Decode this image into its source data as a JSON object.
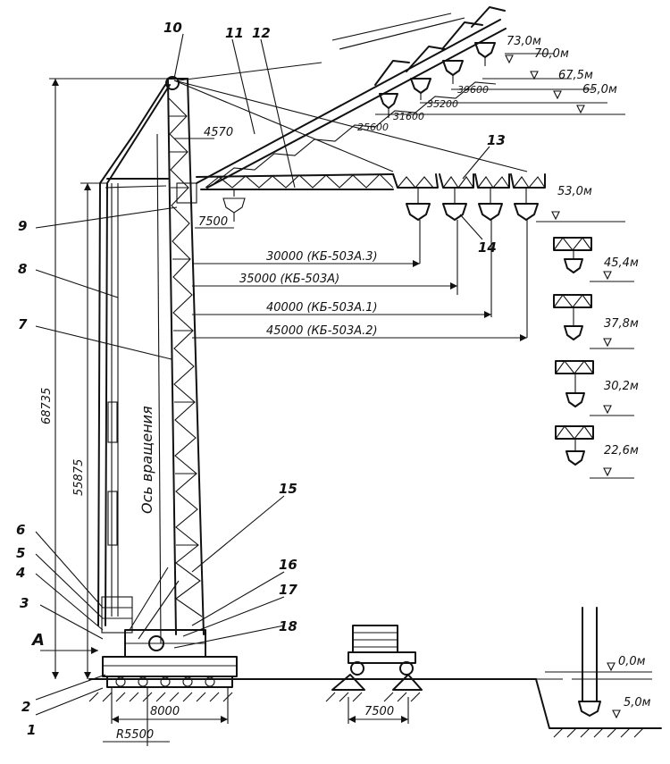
{
  "callouts": [
    "1",
    "2",
    "3",
    "4",
    "5",
    "6",
    "7",
    "8",
    "9",
    "10",
    "11",
    "12",
    "13",
    "14",
    "15",
    "16",
    "17",
    "18"
  ],
  "section_marker": "A",
  "axis_label": "Ось вращения",
  "heights": {
    "total": "68735",
    "mid": "55875"
  },
  "base": {
    "track": "8000",
    "radius": "R5500",
    "truck_base": "7500"
  },
  "tower_dims": {
    "top": "4570",
    "jib_offset": "7500"
  },
  "reach_lines": [
    "30000 (КБ-503А.3)",
    "35000 (КБ-503А)",
    "40000 (КБ-503А.1)",
    "45000 (КБ-503А.2)"
  ],
  "inclined_loads": [
    "25600",
    "31600",
    "35200",
    "39600"
  ],
  "top_levels": [
    "73,0м",
    "70,0м",
    "67,5м",
    "65,0м"
  ],
  "jib_level": "53,0м",
  "side_levels": [
    "45,4м",
    "37,8м",
    "30,2м",
    "22,6м"
  ],
  "ground_levels": {
    "zero": "0,0м",
    "pit": "5,0м"
  }
}
